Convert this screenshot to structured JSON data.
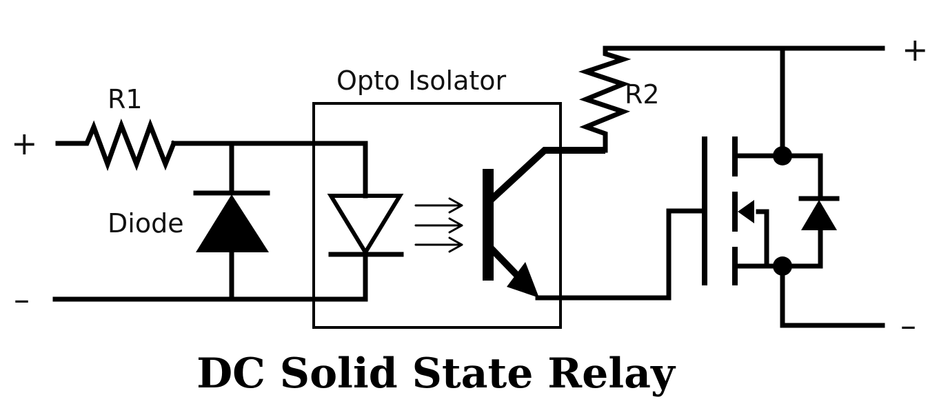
{
  "title": "DC Solid State Relay",
  "labels": {
    "r1": "R1",
    "r2": "R2",
    "diode": "Diode",
    "opto": "Opto Isolator"
  },
  "terminals": {
    "input_plus": "+",
    "input_minus": "–",
    "output_plus": "+",
    "output_minus": "–"
  },
  "components": [
    {
      "id": "R1",
      "type": "resistor"
    },
    {
      "id": "Diode",
      "type": "diode"
    },
    {
      "id": "Opto Isolator",
      "type": "optocoupler",
      "parts": [
        "LED",
        "phototransistor"
      ]
    },
    {
      "id": "R2",
      "type": "resistor"
    },
    {
      "id": "MOSFET",
      "type": "n-channel-mosfet",
      "with_body_diode": true
    }
  ]
}
